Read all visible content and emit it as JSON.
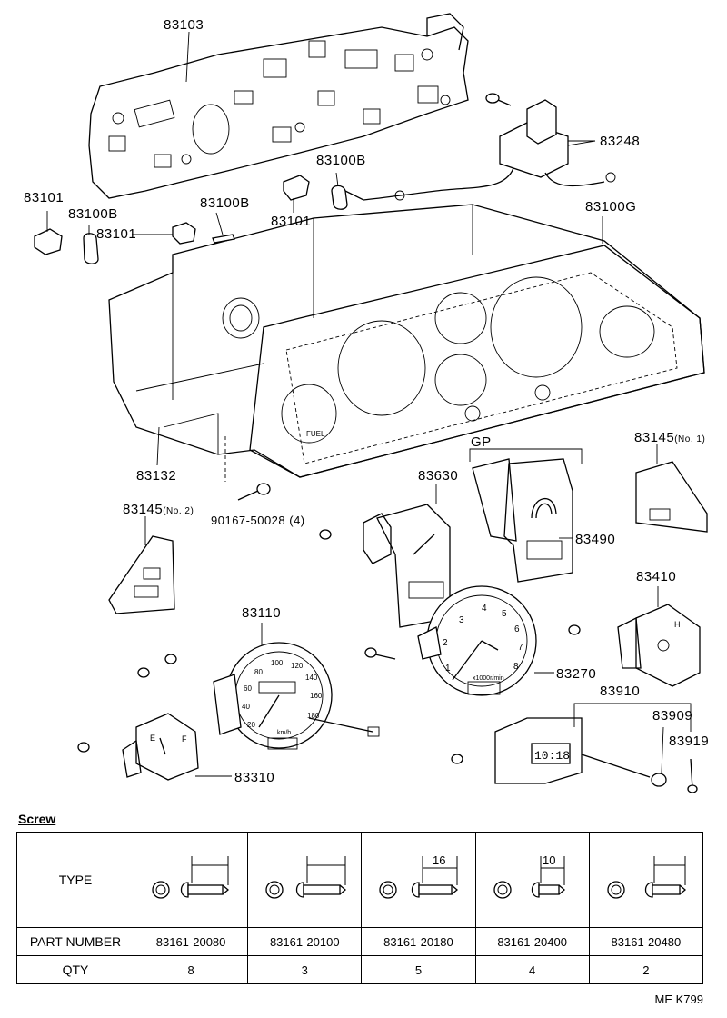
{
  "callouts": {
    "c83103": "83103",
    "c83248": "83248",
    "c83100b_top": "83100B",
    "c83101_left": "83101",
    "c83100b_left": "83100B",
    "c83100b_mid": "83100B",
    "c83101_mid": "83101",
    "c83101_center": "83101",
    "c83100g": "83100G",
    "c83132": "83132",
    "c90167": "90167-50028 (4)",
    "c83145_no1": "83145",
    "c83145_no1_suffix": "(No. 1)",
    "c83145_no2": "83145",
    "c83145_no2_suffix": "(No. 2)",
    "gp": "GP",
    "c83630": "83630",
    "c83490": "83490",
    "c83410": "83410",
    "c83110": "83110",
    "c83270": "83270",
    "c83910": "83910",
    "c83909": "83909",
    "c83919": "83919",
    "c83310": "83310"
  },
  "gauge_text": {
    "fuel": "FUEL",
    "tach_unit": "x1000r/min",
    "speed_unit": "km/h",
    "clock": "10:18",
    "tach_numbers": [
      "1",
      "2",
      "3",
      "4",
      "5",
      "6",
      "7",
      "8"
    ],
    "speed_numbers": [
      "20",
      "40",
      "60",
      "80",
      "100",
      "120",
      "140",
      "160",
      "180"
    ],
    "temp_h": "H",
    "fuel_e": "E",
    "fuel_f": "F"
  },
  "screw_table": {
    "title": "Screw",
    "row_labels": {
      "type": "TYPE",
      "part_number": "PART NUMBER",
      "qty": "QTY"
    },
    "columns": [
      {
        "part_number": "83161-20080",
        "qty": "8",
        "dimension": ""
      },
      {
        "part_number": "83161-20100",
        "qty": "3",
        "dimension": ""
      },
      {
        "part_number": "83161-20180",
        "qty": "5",
        "dimension": "16"
      },
      {
        "part_number": "83161-20400",
        "qty": "4",
        "dimension": "10"
      },
      {
        "part_number": "83161-20480",
        "qty": "2",
        "dimension": ""
      }
    ]
  },
  "footer_code": "ME K799"
}
